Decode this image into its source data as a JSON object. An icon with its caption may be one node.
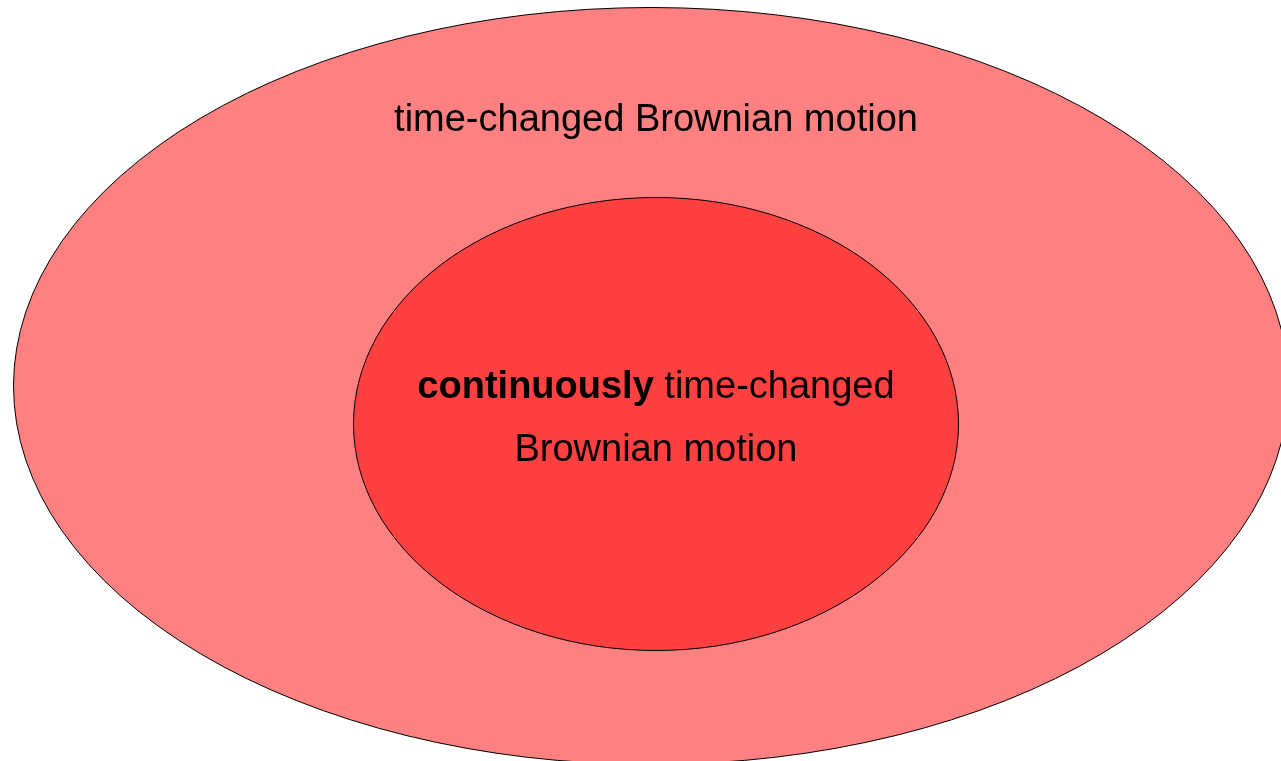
{
  "diagram": {
    "nodes": [
      {
        "text": [
          "time-changed Brownian motion"
        ]
      },
      {
        "text": [
          "**continuously** time-changed Brownian motion"
        ],
        "in": 0
      }
    ]
  }
}
